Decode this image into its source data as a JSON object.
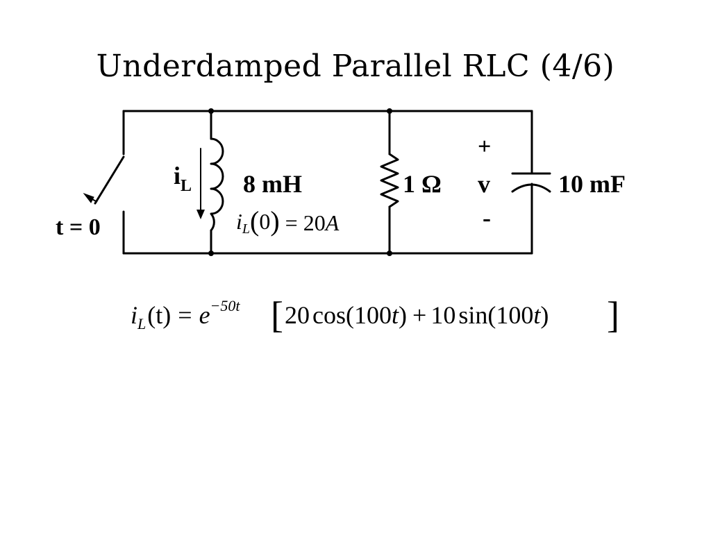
{
  "slide": {
    "title": "Underdamped Parallel RLC (4/6)"
  },
  "circuit": {
    "switch_label": "t = 0",
    "inductor_current_symbol": "i",
    "inductor_current_subscript": "L",
    "inductor_value": "8 mH",
    "initial_condition": {
      "lhs_symbol": "i",
      "lhs_subscript": "L",
      "argument": "0",
      "equals": "=",
      "rhs": "20",
      "rhs_unit": "A"
    },
    "resistor_value": "1 Ω",
    "voltage_plus": "+",
    "voltage_symbol": "v",
    "voltage_minus": "-",
    "capacitor_value": "10 mF"
  },
  "equation": {
    "lhs_symbol": "i",
    "lhs_subscript": "L",
    "lhs_arg": "(t)",
    "equals": "=",
    "exp_base": "e",
    "exp_power": "−50t",
    "bracket_open": "[",
    "term1_coef": "20",
    "term1_fn": "cos",
    "term1_arg_open": "(100",
    "term1_arg_var": "t",
    "term1_arg_close": ")",
    "plus": "+",
    "term2_coef": "10",
    "term2_fn": "sin",
    "term2_arg_open": "(100",
    "term2_arg_var": "t",
    "term2_arg_close": ")",
    "bracket_close": "]"
  }
}
